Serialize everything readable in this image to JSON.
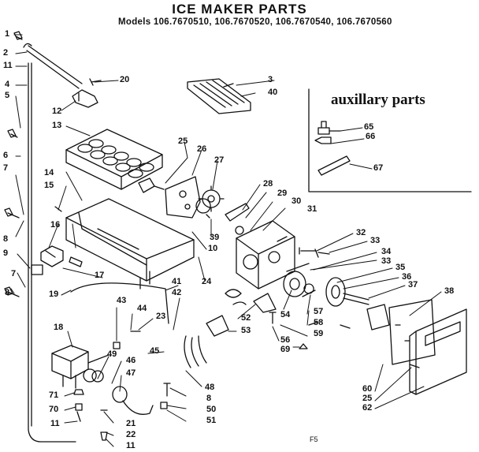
{
  "title": "ICE MAKER PARTS",
  "models": "Models 106.7670510, 106.7670520, 106.7670540, 106.7670560",
  "auxiliary_title": "auxillary parts",
  "footer_code": "F5",
  "part_labels": [
    "1",
    "2",
    "11",
    "4",
    "5",
    "6",
    "7",
    "8",
    "9",
    "7",
    "8",
    "12",
    "13",
    "14",
    "15",
    "16",
    "17",
    "19",
    "18",
    "71",
    "70",
    "11",
    "20",
    "3",
    "40",
    "25",
    "26",
    "27",
    "28",
    "29",
    "30",
    "31",
    "39",
    "10",
    "24",
    "41",
    "42",
    "43",
    "44",
    "23",
    "45",
    "49",
    "46",
    "47",
    "48",
    "8",
    "50",
    "51",
    "21",
    "22",
    "11",
    "52",
    "53",
    "54",
    "57",
    "58",
    "59",
    "56",
    "69",
    "32",
    "33",
    "34",
    "33",
    "35",
    "36",
    "37",
    "38",
    "60",
    "25",
    "62",
    "65",
    "66",
    "67"
  ]
}
